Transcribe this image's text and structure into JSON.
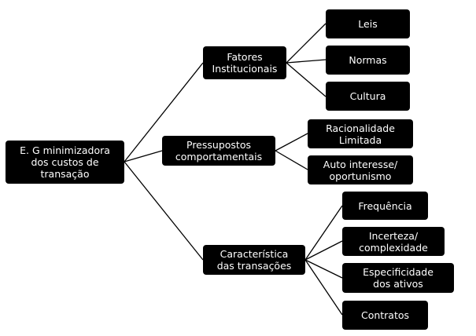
{
  "diagram": {
    "root": {
      "label": "E. G minimizadora\ndos custos de\ntransação"
    },
    "branches": [
      {
        "label": "Fatores\nInstitucionais",
        "leaves": [
          "Leis",
          "Normas",
          "Cultura"
        ]
      },
      {
        "label": "Pressupostos\ncomportamentais",
        "leaves": [
          "Racionalidade\nLimitada",
          "Auto interesse/\noportunismo"
        ]
      },
      {
        "label": "Característica\ndas transações",
        "leaves": [
          "Frequência",
          "Incerteza/\ncomplexidade",
          "Especificidade\ndos ativos",
          "Contratos"
        ]
      }
    ]
  }
}
